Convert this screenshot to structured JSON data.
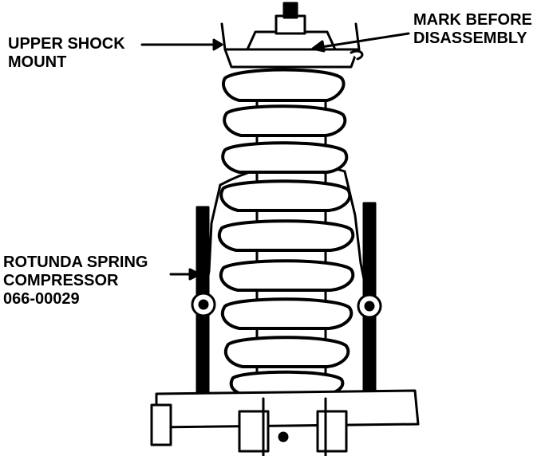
{
  "labels": {
    "upper_shock_mount": {
      "line1": "UPPER SHOCK",
      "line2": "MOUNT"
    },
    "mark_before_disassembly": {
      "line1": "MARK BEFORE",
      "line2": "DISASSEMBLY"
    },
    "spring_compressor": {
      "line1": "ROTUNDA SPRING",
      "line2": "COMPRESSOR",
      "line3": "066-00029"
    }
  },
  "colors": {
    "ink": "#000000",
    "paper": "#ffffff"
  }
}
